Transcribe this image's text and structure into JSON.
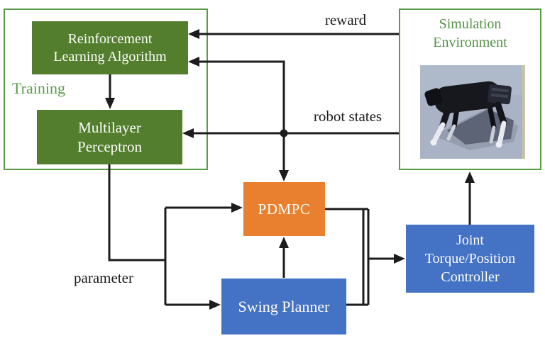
{
  "groups": {
    "training": {
      "label": "Training"
    },
    "simulation": {
      "title_line1": "Simulation",
      "title_line2": "Environment"
    }
  },
  "nodes": {
    "rl": {
      "line1": "Reinforcement",
      "line2": "Learning Algorithm"
    },
    "mlp": {
      "line1": "Multilayer",
      "line2": "Perceptron"
    },
    "pdmpc": {
      "label": "PDMPC"
    },
    "swing": {
      "label": "Swing Planner"
    },
    "joint": {
      "line1": "Joint",
      "line2": "Torque/Position",
      "line3": "Controller"
    }
  },
  "edge_labels": {
    "reward": "reward",
    "robot_states": "robot states",
    "parameter": "parameter"
  },
  "icons": {
    "robot_image": "quadruped-robot-photo"
  },
  "colors": {
    "node_green": "#527e2e",
    "accent_green": "#5b9b47",
    "node_orange": "#e8802f",
    "node_blue": "#4472c4",
    "connector_black": "#1c1c1e",
    "label_text": "#1b1b1d",
    "robot_bg": "#a9b3c5"
  }
}
